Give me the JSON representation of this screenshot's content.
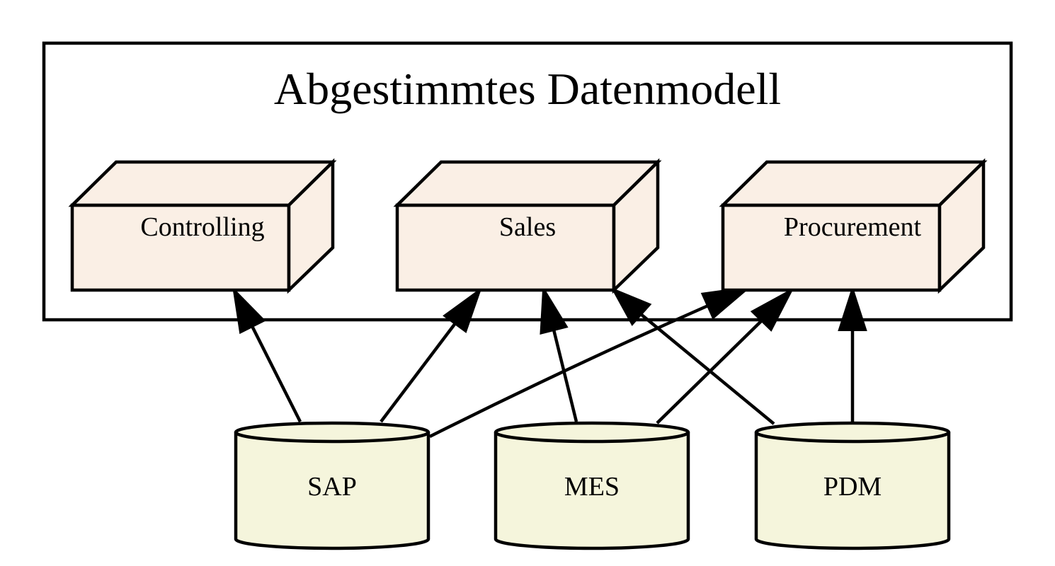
{
  "diagram": {
    "cluster": {
      "title": "Abgestimmtes Datenmodell"
    },
    "models": [
      {
        "id": "controlling",
        "label": "Controlling",
        "color": "#faefe5"
      },
      {
        "id": "sales",
        "label": "Sales",
        "color": "#faefe5"
      },
      {
        "id": "procurement",
        "label": "Procurement",
        "color": "#faefe5"
      }
    ],
    "sources": [
      {
        "id": "sap",
        "label": "SAP",
        "color": "#f5f5dc"
      },
      {
        "id": "mes",
        "label": "MES",
        "color": "#f5f5dc"
      },
      {
        "id": "pdm",
        "label": "PDM",
        "color": "#f5f5dc"
      }
    ],
    "edges": [
      {
        "from": "sap",
        "to": "controlling"
      },
      {
        "from": "sap",
        "to": "sales"
      },
      {
        "from": "sap",
        "to": "procurement"
      },
      {
        "from": "mes",
        "to": "sales"
      },
      {
        "from": "mes",
        "to": "procurement"
      },
      {
        "from": "pdm",
        "to": "sales"
      },
      {
        "from": "pdm",
        "to": "procurement"
      }
    ]
  }
}
